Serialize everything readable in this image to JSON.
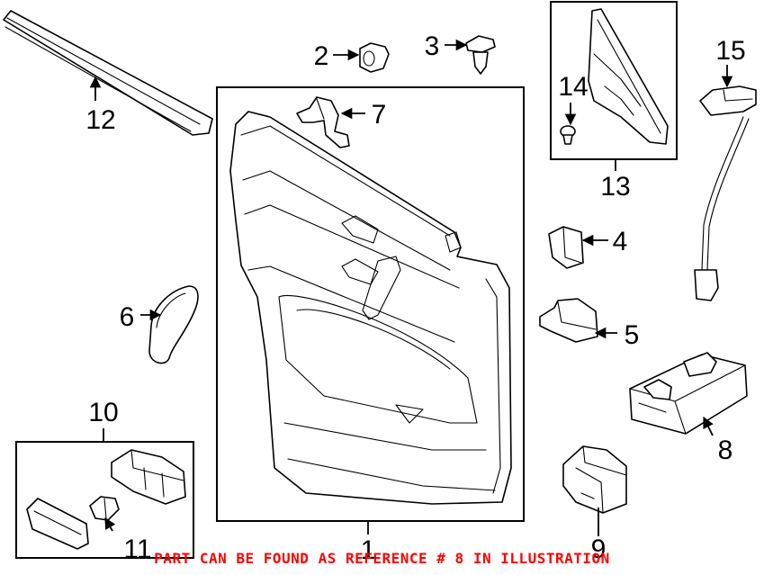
{
  "callouts": {
    "c1": "1",
    "c2": "2",
    "c3": "3",
    "c4": "4",
    "c5": "5",
    "c6": "6",
    "c7": "7",
    "c8": "8",
    "c9": "9",
    "c10": "10",
    "c11": "11",
    "c12": "12",
    "c13": "13",
    "c14": "14",
    "c15": "15"
  },
  "caption": "PART CAN BE FOUND AS REFERENCE # 8 IN ILLUSTRATION",
  "colors": {
    "line": "#000000",
    "background": "#ffffff",
    "caption": "#ff0000"
  }
}
